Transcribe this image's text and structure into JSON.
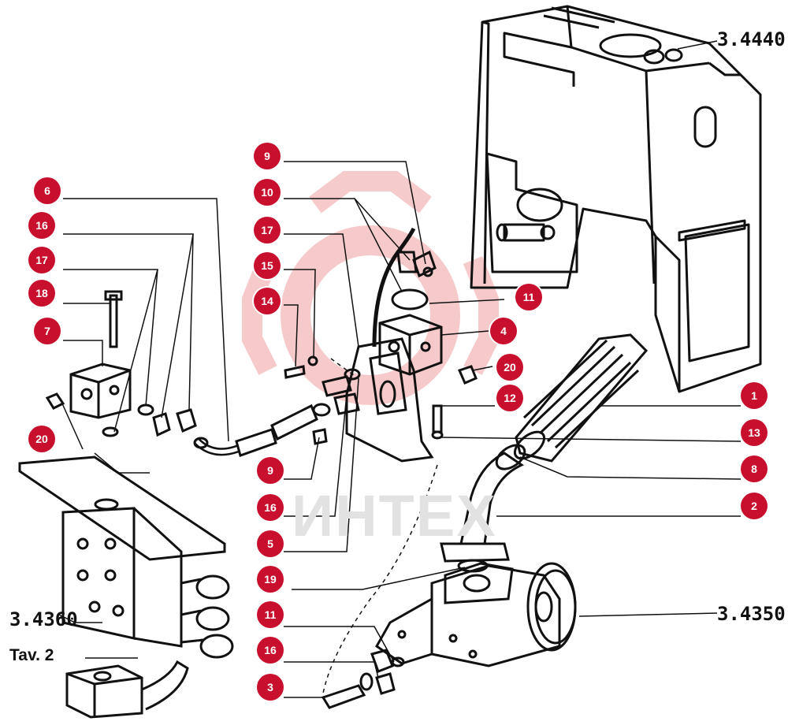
{
  "watermark": {
    "text": "ИНТЕХ",
    "color": "#e2e2e2",
    "gear_color": "#f3b9b9"
  },
  "callout_color": "#c8102e",
  "references": {
    "top_unit": "3.4440",
    "pump_unit": "3.4350",
    "valve_block": "3.4360",
    "table_ref": "Tav. 2"
  },
  "callouts": [
    {
      "id": "c6",
      "label": "6"
    },
    {
      "id": "c16a",
      "label": "16"
    },
    {
      "id": "c17a",
      "label": "17"
    },
    {
      "id": "c18",
      "label": "18"
    },
    {
      "id": "c7",
      "label": "7"
    },
    {
      "id": "c20a",
      "label": "20"
    },
    {
      "id": "c9a",
      "label": "9"
    },
    {
      "id": "c10",
      "label": "10"
    },
    {
      "id": "c17b",
      "label": "17"
    },
    {
      "id": "c15",
      "label": "15"
    },
    {
      "id": "c14",
      "label": "14"
    },
    {
      "id": "c11a",
      "label": "11"
    },
    {
      "id": "c4",
      "label": "4"
    },
    {
      "id": "c20b",
      "label": "20"
    },
    {
      "id": "c12",
      "label": "12"
    },
    {
      "id": "c1",
      "label": "1"
    },
    {
      "id": "c13",
      "label": "13"
    },
    {
      "id": "c8",
      "label": "8"
    },
    {
      "id": "c2",
      "label": "2"
    },
    {
      "id": "c9b",
      "label": "9"
    },
    {
      "id": "c16b",
      "label": "16"
    },
    {
      "id": "c5",
      "label": "5"
    },
    {
      "id": "c19",
      "label": "19"
    },
    {
      "id": "c11b",
      "label": "11"
    },
    {
      "id": "c16c",
      "label": "16"
    },
    {
      "id": "c3",
      "label": "3"
    }
  ]
}
